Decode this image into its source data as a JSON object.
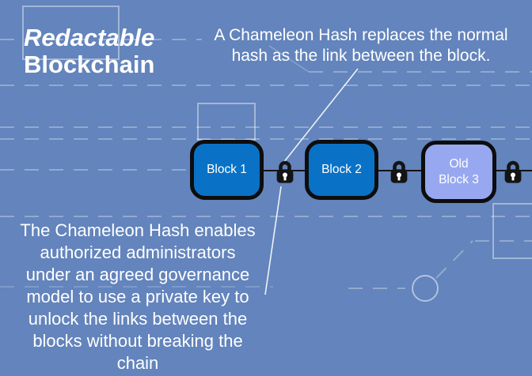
{
  "slide": {
    "title": {
      "line1": "Redactable",
      "line2": "Blockchain"
    }
  },
  "annotations": {
    "top": {
      "lines": [
        "A Chameleon Hash replaces the normal",
        "hash as the link between the block."
      ]
    },
    "bottom": {
      "lines": [
        "The Chameleon Hash enables",
        "authorized administrators",
        "under an agreed governance",
        "model to use a private key to",
        "unlock the links between the",
        "blocks without breaking the",
        "chain"
      ]
    }
  },
  "diagram": {
    "blocks": [
      {
        "id": "block-1",
        "lines": [
          "Block 1"
        ]
      },
      {
        "id": "block-2",
        "lines": [
          "Block 2"
        ]
      },
      {
        "id": "old-block-3",
        "lines": [
          "Old",
          "Block 3"
        ]
      }
    ],
    "locks": [
      {
        "id": "chameleon-hash-lock-1"
      },
      {
        "id": "chameleon-hash-lock-2"
      },
      {
        "id": "chameleon-hash-lock-3"
      }
    ]
  },
  "colors": {
    "background": "#6384bc",
    "pattern_line": "#a9bad9",
    "block_fill": "#0a72c6",
    "old_block_fill": "#97a8f1",
    "block_border": "#0d0d0d",
    "lock": "#141414",
    "connector": "#141414",
    "callout_line": "#eef2f8",
    "text": "#ffffff"
  }
}
